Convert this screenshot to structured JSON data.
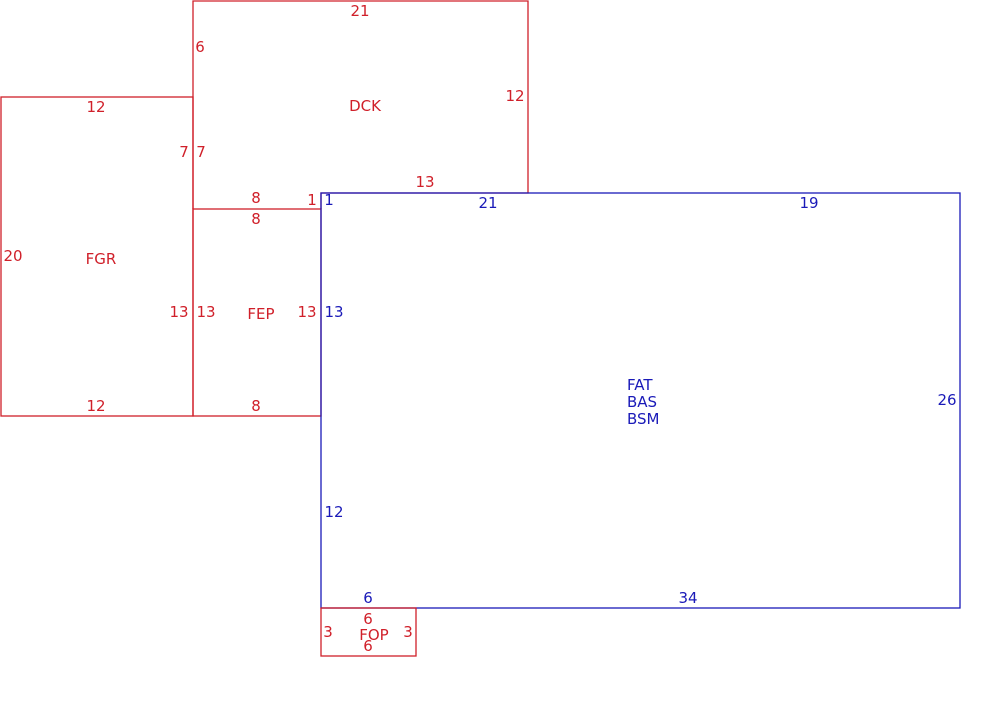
{
  "colors": {
    "ancillary": "#d0202a",
    "main": "#1a1ab8"
  },
  "areas": {
    "dck": {
      "code": "DCK",
      "dims": {
        "top": "21",
        "left": "6",
        "right": "12",
        "left_lower": "7",
        "bottom_mid": "13",
        "bottom_left": "8",
        "step": "1"
      }
    },
    "fgr": {
      "code": "FGR",
      "dims": {
        "top": "12",
        "left": "20",
        "right_upper": "7",
        "right_lower": "13",
        "bottom": "12"
      }
    },
    "fep": {
      "code": "FEP",
      "dims": {
        "top": "8",
        "left": "13",
        "right": "13",
        "bottom": "8"
      }
    },
    "main": {
      "codes": [
        "FAT",
        "BAS",
        "BSM"
      ],
      "dims": {
        "top_step": "1",
        "top_left": "21",
        "top_right": "19",
        "left_upper": "13",
        "left_lower": "12",
        "right": "26",
        "bottom_left": "6",
        "bottom": "34"
      }
    },
    "fop": {
      "code": "FOP",
      "dims": {
        "top": "6",
        "left": "3",
        "right": "3",
        "bottom": "6"
      }
    }
  }
}
